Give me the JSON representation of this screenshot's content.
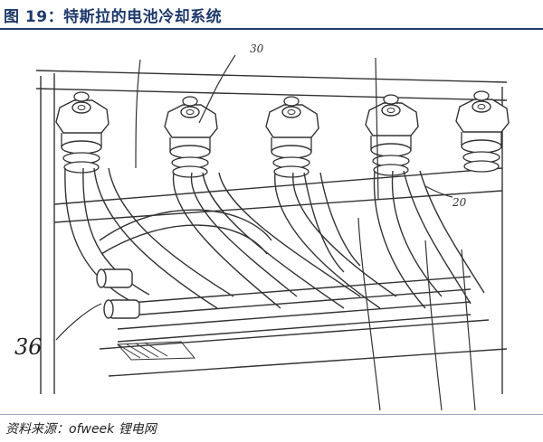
{
  "figure": {
    "title": "图 19：特斯拉的电池冷却系统"
  },
  "drawing": {
    "callouts": [
      "30",
      "20",
      "36"
    ]
  },
  "source": {
    "text": "资料来源：ofweek 锂电网"
  }
}
